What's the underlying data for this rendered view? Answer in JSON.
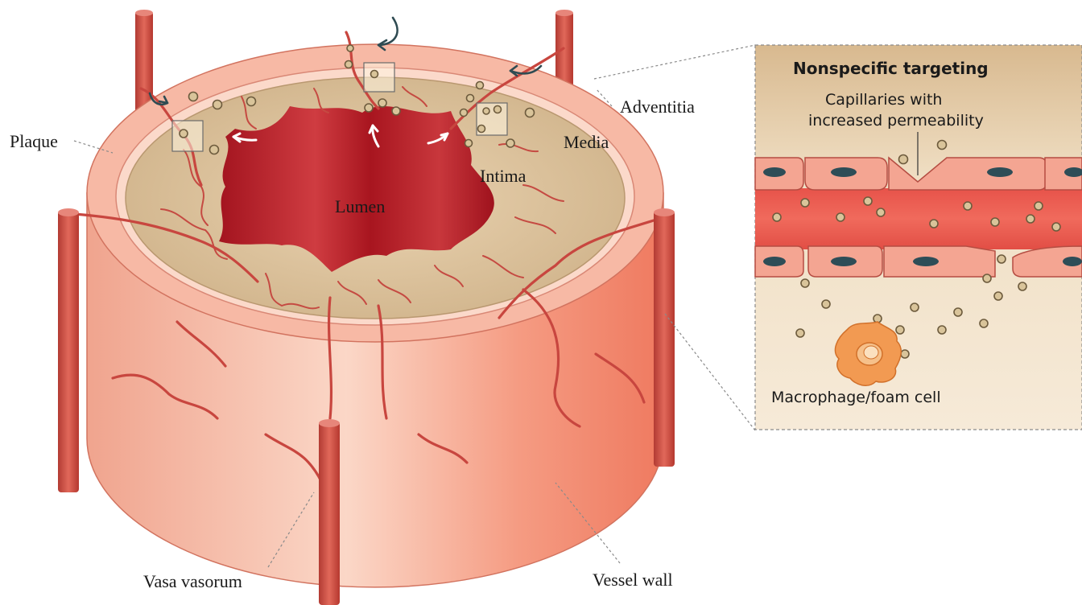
{
  "labels": {
    "plaque": "Plaque",
    "adventitia": "Adventitia",
    "media": "Media",
    "intima": "Intima",
    "lumen": "Lumen",
    "vasa_vasorum": "Vasa vasorum",
    "vessel_wall": "Vessel wall"
  },
  "inset": {
    "title": "Nonspecific targeting",
    "capillary_label_line1": "Capillaries with",
    "capillary_label_line2": "increased permeability",
    "macrophage_label": "Macrophage/foam cell"
  },
  "colors": {
    "vessel_outer": "#f3a58f",
    "lumen": "#b3222c",
    "plaque_fill": "#d9bf97",
    "capillary": "#e85a4e",
    "macrophage": "#f08a3c"
  }
}
